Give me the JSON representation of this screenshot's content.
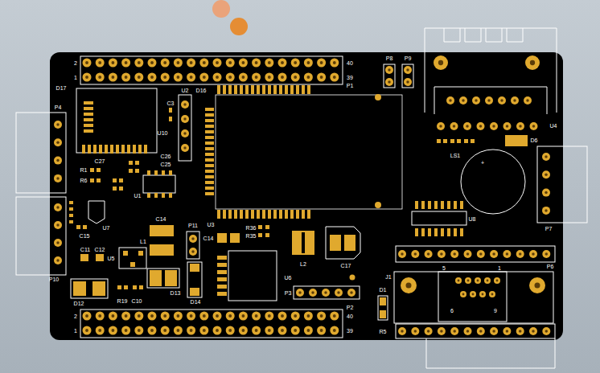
{
  "diagram": {
    "labels": [
      "2",
      "1",
      "40",
      "39",
      "P1",
      "P8",
      "P9",
      "D17",
      "P4",
      "U10",
      "C3",
      "U2",
      "D16",
      "C27",
      "R1",
      "R6",
      "C26",
      "C25",
      "U1",
      "C15",
      "U7",
      "C14",
      "L1",
      "C11",
      "C12",
      "U5",
      "D12",
      "R19",
      "C10",
      "D13",
      "D14",
      "P11",
      "C14",
      "R36",
      "R35",
      "U6",
      "L2",
      "C17",
      "P3",
      "U3",
      "U4",
      "LS1",
      "+",
      "D6",
      "P7",
      "U8",
      "P6",
      "J1",
      "5",
      "1",
      "6",
      "9",
      "D1",
      "R5",
      "P10",
      "2",
      "1",
      "40",
      "39",
      "P2"
    ]
  }
}
